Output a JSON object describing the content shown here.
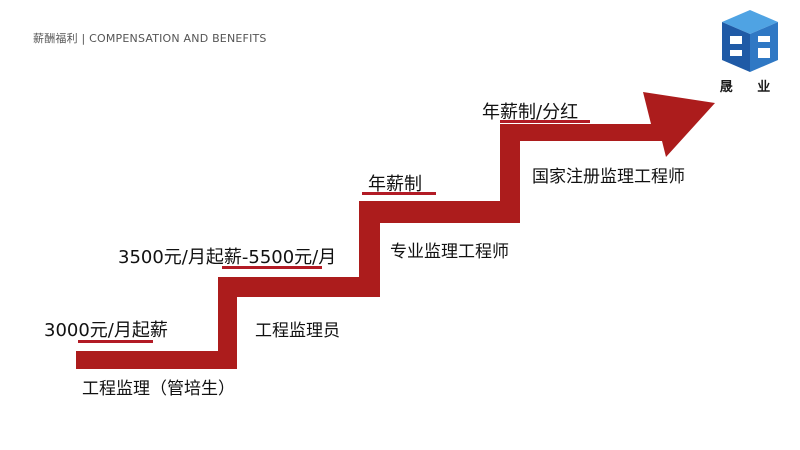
{
  "header": {
    "text": "薪酬福利 | COMPENSATION AND BENEFITS"
  },
  "logo": {
    "text": "晟 业"
  },
  "colors": {
    "stair": "#ac1c1c",
    "underline": "#b21b25",
    "logo_blue": "#1f5aa6",
    "logo_light": "#4fa3e3"
  },
  "steps": [
    {
      "salary": "3000元/月起薪",
      "role": "工程监理（管培生）"
    },
    {
      "salary": "3500元/月起薪-5500元/月",
      "role": "工程监理员"
    },
    {
      "salary": "年薪制",
      "role": "专业监理工程师"
    },
    {
      "salary": "年薪制/分红",
      "role": "国家注册监理工程师"
    }
  ]
}
